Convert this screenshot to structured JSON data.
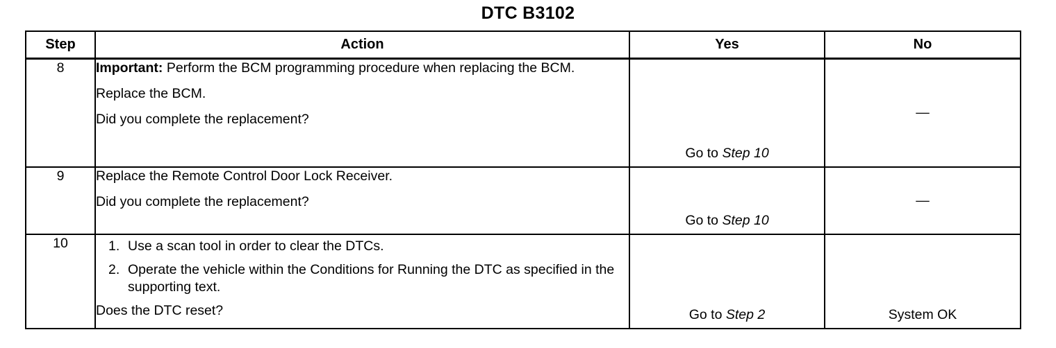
{
  "document": {
    "title": "DTC B3102"
  },
  "table": {
    "headers": {
      "step": "Step",
      "action": "Action",
      "yes": "Yes",
      "no": "No"
    },
    "rows": [
      {
        "step": "8",
        "action": {
          "important_label": "Important:",
          "important_text": " Perform the BCM programming procedure when replacing the BCM.",
          "instruction": "Replace the BCM.",
          "question": "Did you complete the replacement?"
        },
        "yes": "Go to ",
        "yes_italic": "Step 10",
        "no": "—"
      },
      {
        "step": "9",
        "action": {
          "instruction": "Replace the Remote Control Door Lock Receiver.",
          "question": "Did you complete the replacement?"
        },
        "yes": "Go to ",
        "yes_italic": "Step 10",
        "no": "—"
      },
      {
        "step": "10",
        "action": {
          "list": [
            {
              "num": "1.",
              "text": "Use a scan tool in order to clear the DTCs."
            },
            {
              "num": "2.",
              "text": "Operate the vehicle within the Conditions for Running the DTC as specified in the supporting text."
            }
          ],
          "question": "Does the DTC reset?"
        },
        "yes": "Go to ",
        "yes_italic": "Step 2",
        "no": "System OK"
      }
    ]
  },
  "colors": {
    "ink": "#000000",
    "paper": "#ffffff"
  }
}
